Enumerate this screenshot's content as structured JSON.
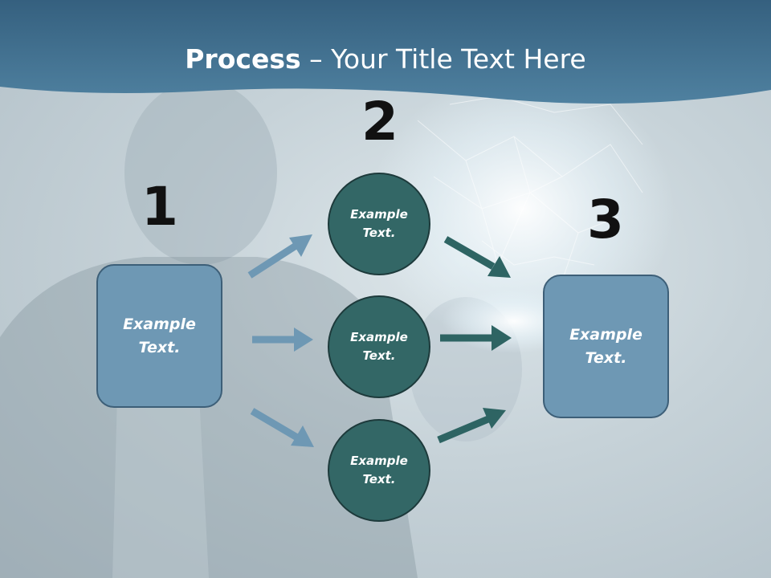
{
  "title": {
    "bold": "Process",
    "rest": " – Your Title Text Here"
  },
  "steps": {
    "one": {
      "number": "1",
      "text": "Example Text."
    },
    "two": {
      "number": "2",
      "circles": [
        {
          "text": "Example Text."
        },
        {
          "text": "Example Text."
        },
        {
          "text": "Example Text."
        }
      ]
    },
    "three": {
      "number": "3",
      "text": "Example Text."
    }
  },
  "colors": {
    "header": "#3f6d8e",
    "box_fill": "#6e98b4",
    "circle_fill": "#336766",
    "arrow_light": "#6e98b4",
    "arrow_dark": "#2e6463"
  }
}
